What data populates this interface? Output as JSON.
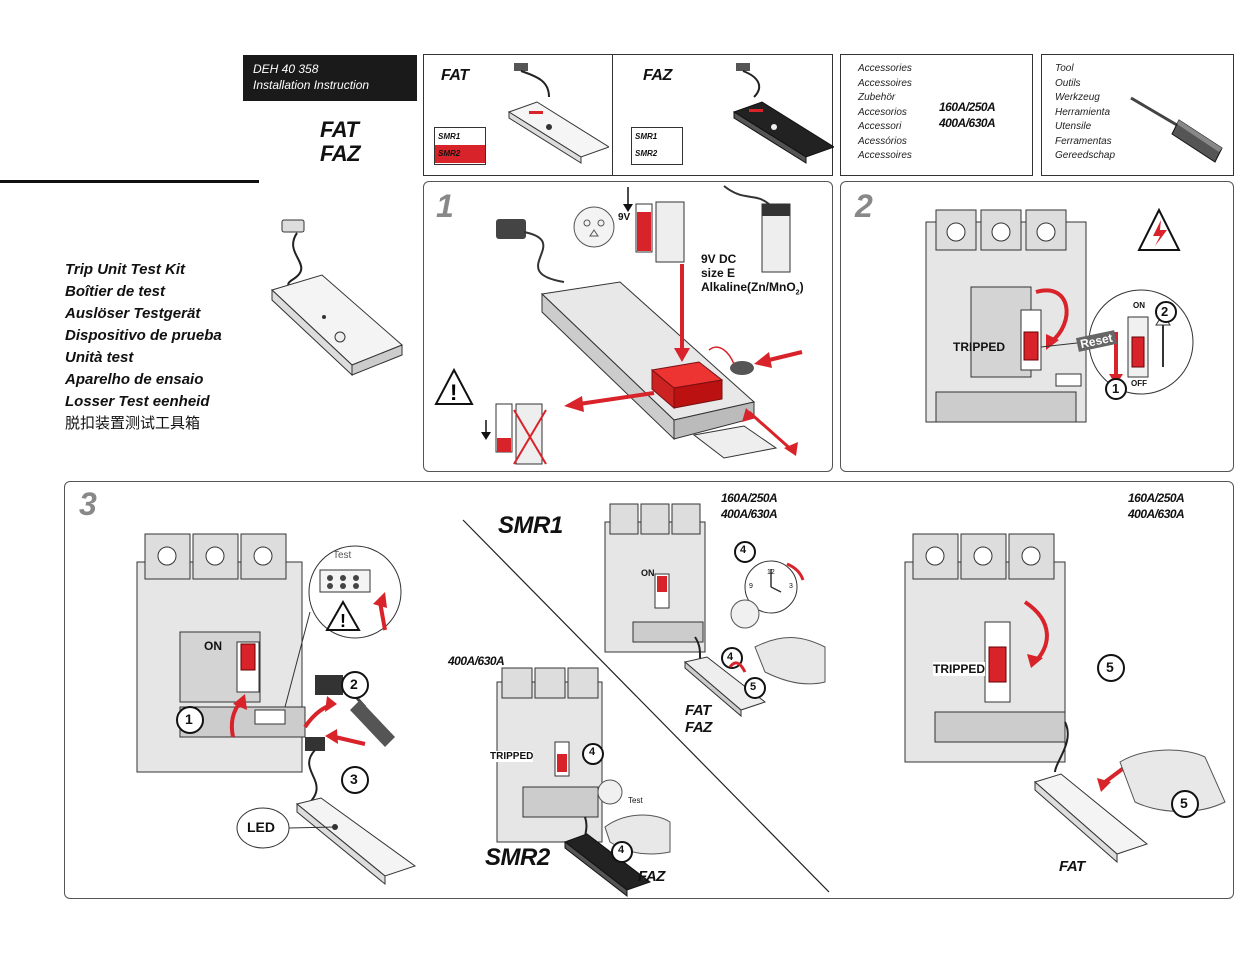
{
  "header": {
    "doc_number": "DEH 40 358",
    "doc_type": "Installation Instruction",
    "title_line1": "FAT",
    "title_line2": "FAZ"
  },
  "kit_names": [
    "Trip Unit Test Kit",
    "Boîtier de test",
    "Auslöser Testgerät",
    "Dispositivo de prueba",
    "Unità test",
    "Aparelho de ensaio",
    "Losser Test eenheid",
    "脱扣装置测试工具箱"
  ],
  "products": {
    "fat": {
      "label": "FAT",
      "smr1": "SMR1",
      "smr2": "SMR2"
    },
    "faz": {
      "label": "FAZ",
      "smr1": "SMR1",
      "smr2": "SMR2"
    }
  },
  "accessories": {
    "names": [
      "Accessories",
      "Accessoires",
      "Zubehör",
      "Accesorios",
      "Accessori",
      "Acessórios",
      "Accessoires"
    ],
    "rating1": "160A/250A",
    "rating2": "400A/630A"
  },
  "tool": {
    "names": [
      "Tool",
      "Outils",
      "Werkzeug",
      "Herramienta",
      "Utensile",
      "Ferramentas",
      "Gereedschap"
    ]
  },
  "step1": {
    "number": "1",
    "battery_voltage": "9V",
    "battery_spec_line1": "9V DC",
    "battery_spec_line2": "size E",
    "battery_spec_line3": "Alkaline(Zn/MnO",
    "battery_spec_sub": "2",
    "battery_spec_end": ")"
  },
  "step2": {
    "number": "2",
    "tripped": "TRIPPED",
    "reset": "Reset",
    "on": "ON",
    "off": "OFF",
    "callout1": "1",
    "callout2": "2"
  },
  "step3": {
    "number": "3",
    "on": "ON",
    "test": "Test",
    "led": "LED",
    "c1": "1",
    "c2": "2",
    "c3": "3",
    "smr1": "SMR1",
    "smr2": "SMR2",
    "smr1_rating1": "160A/250A",
    "smr1_rating2": "400A/630A",
    "smr1_on": "ON",
    "smr1_c4a": "4",
    "smr1_c4b": "4",
    "smr1_c5": "5",
    "smr1_fat": "FAT",
    "smr1_faz": "FAZ",
    "clock_12": "12",
    "clock_3": "3",
    "clock_9": "9",
    "smr2_rating": "400A/630A",
    "smr2_tripped": "TRIPPED",
    "smr2_c4a": "4",
    "smr2_c4b": "4",
    "smr2_test": "Test",
    "smr2_faz": "FAZ",
    "right_rating1": "160A/250A",
    "right_rating2": "400A/630A",
    "right_tripped": "TRIPPED",
    "right_c5a": "5",
    "right_c5b": "5",
    "right_fat": "FAT"
  }
}
